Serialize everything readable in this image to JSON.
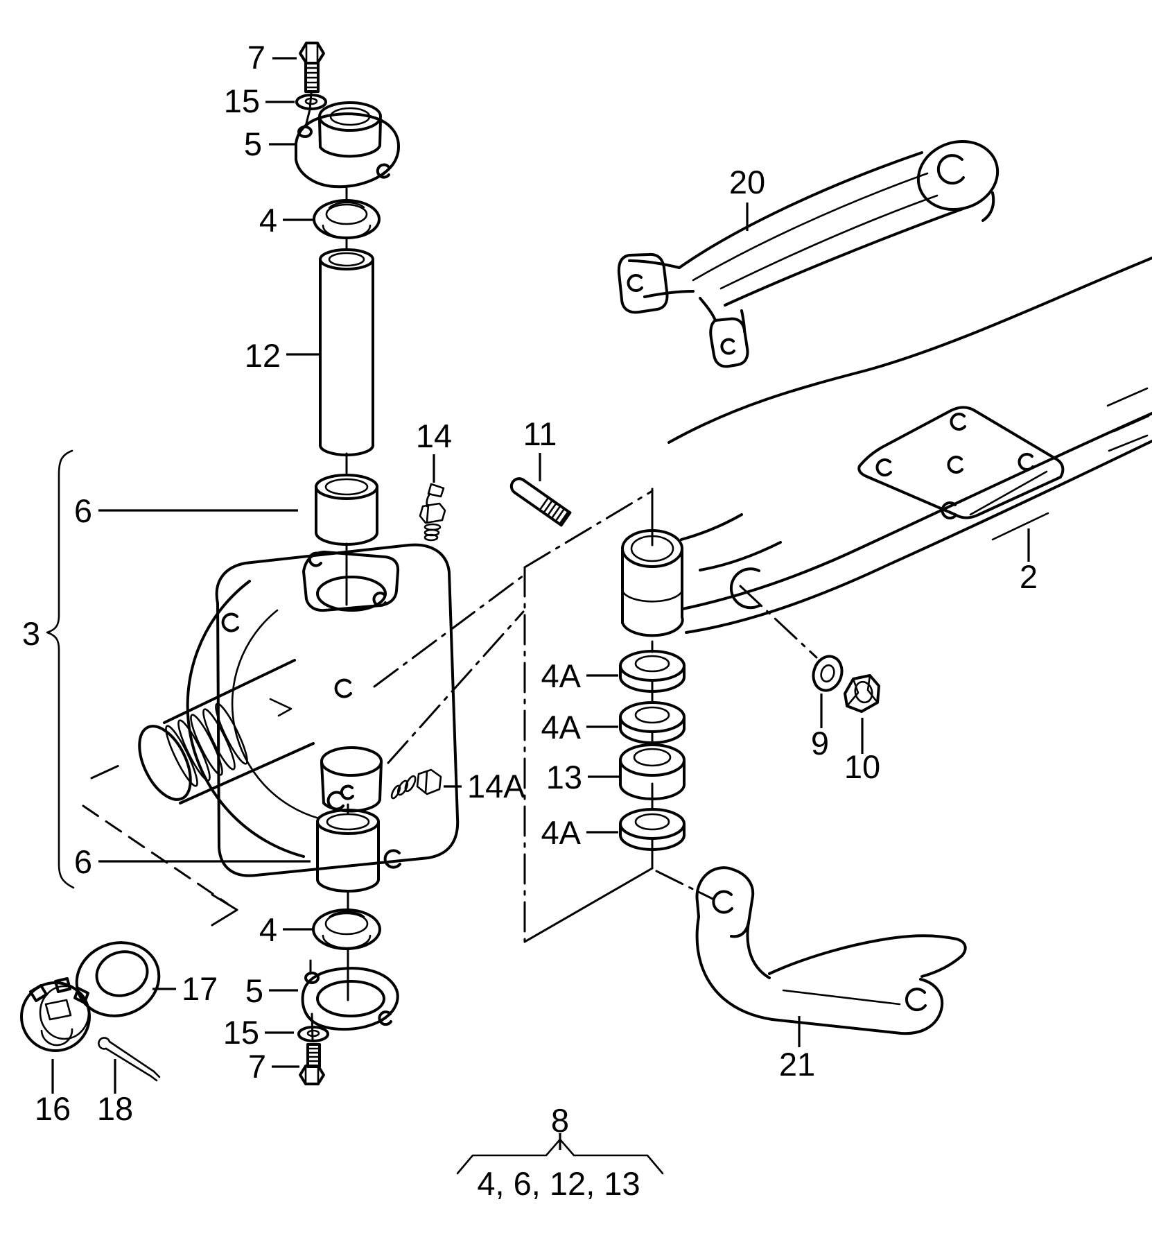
{
  "figure": {
    "type": "exploded-parts-diagram",
    "subject": "front axle stub-axle / king-pin assembly line drawing",
    "colors": {
      "background": "#ffffff",
      "line": "#000000"
    }
  },
  "callouts": {
    "c7t": "7",
    "c15t": "15",
    "c5t": "5",
    "c4t": "4",
    "c12": "12",
    "c14": "14",
    "c11": "11",
    "c6t": "6",
    "c3": "3",
    "c6b": "6",
    "c17": "17",
    "c16": "16",
    "c18": "18",
    "c4b": "4",
    "c5b": "5",
    "c15b": "15",
    "c7b": "7",
    "c14a": "14A",
    "c4a1": "4A",
    "c4a2": "4A",
    "c13": "13",
    "c4a3": "4A",
    "c9": "9",
    "c10": "10",
    "c2": "2",
    "c20": "20",
    "c21": "21",
    "c8": "8",
    "c8sub": "4, 6, 12, 13"
  }
}
